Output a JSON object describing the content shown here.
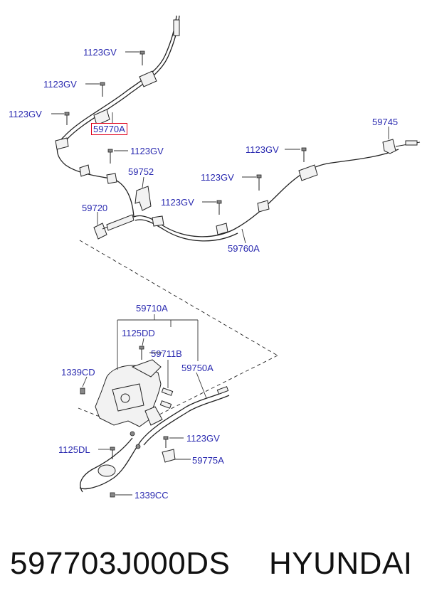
{
  "parts": {
    "bolt_a": "1123GV",
    "bolt_b": "1123GV",
    "bolt_c": "1123GV",
    "bolt_d": "1123GV",
    "bolt_e": "1123GV",
    "bolt_f": "1123GV",
    "bolt_g": "1123GV",
    "bolt_h": "1123GV",
    "cable_front_left": "59770A",
    "bracket": "59752",
    "clip": "59720",
    "cable_right": "59760A",
    "equalizer": "59745",
    "lever_assy": "59710A",
    "bolt_dd": "1125DD",
    "lever_bracket": "59711B",
    "cable_front": "59750A",
    "screw_cd": "1339CD",
    "bolt_dl": "1125DL",
    "cable_bracket": "59775A",
    "screw_cc": "1339CC"
  },
  "highlight_color": "#e0001b",
  "label_color": "#2a2ab0",
  "footer": {
    "part_number": "597703J000DS",
    "brand": "HYUNDAI"
  }
}
